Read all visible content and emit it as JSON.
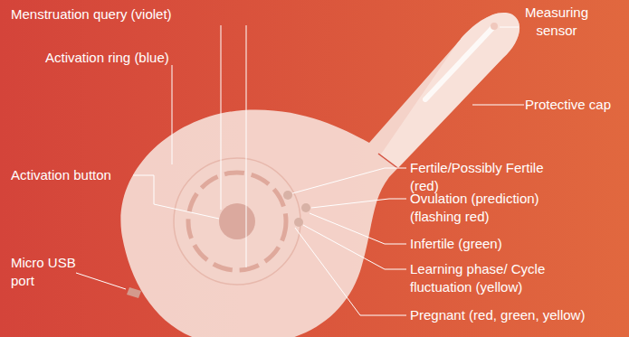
{
  "diagram": {
    "labels": [
      "Menstruation query (violet)",
      "Measuring sensor",
      "Activation ring (blue)",
      "Protective cap",
      "Fertile/Possibly Fertile (red)",
      "Activation button",
      "Ovulation (prediction) (flashing red)",
      "Infertile (green)",
      "Learning phase/ Cycle fluctuation (yellow)",
      "Micro USB port",
      "Pregnant (red, green, yellow)"
    ]
  }
}
